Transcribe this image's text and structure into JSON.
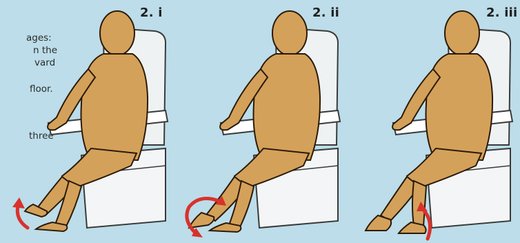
{
  "instructions": {
    "fragments": [
      "ages:",
      "n the",
      "vard",
      "floor.",
      "three"
    ]
  },
  "steps": [
    {
      "label": "2. i",
      "motion": "toes-raise"
    },
    {
      "label": "2. ii",
      "motion": "foot-circle"
    },
    {
      "label": "2. iii",
      "motion": "heel-raise"
    }
  ],
  "colors": {
    "background": "#bcdde9",
    "skin": "#d4a15a",
    "skin_outline": "#2a1a0a",
    "seat": "#eef2f3",
    "arrow": "#d8322c"
  }
}
